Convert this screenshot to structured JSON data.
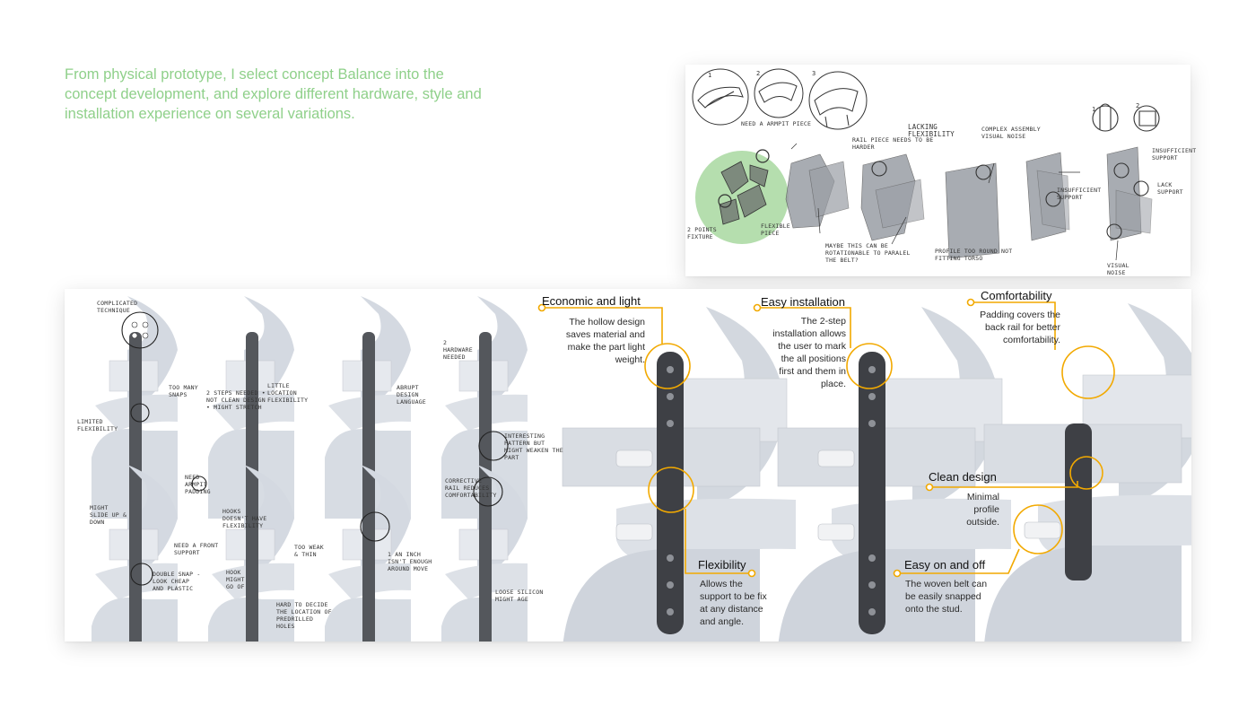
{
  "intro": {
    "text": "From physical prototype, I select concept Balance into the concept development, and explore different hardware, style and installation experience on several variations."
  },
  "sketch_panel": {
    "step_numbers": [
      "1",
      "2",
      "3",
      "1",
      "2"
    ],
    "notes": {
      "need_armpit": "Need a armpit piece",
      "two_points": "2 points fixture",
      "flexible_piece": "Flexible piece",
      "rail_piece": "Rail piece needs to be harder",
      "lacking_flex": "Lacking flexibility",
      "maybe_this": "Maybe this can be rotationable to paralel the belt?",
      "complex": "Complex assembly visual noise",
      "profile_round": "Profile too round not fitting torso",
      "insufficient_support_1": "Insufficient support",
      "insufficient_support_2": "Insufficient support",
      "lack_support": "Lack support",
      "visual_noise": "Visual noise"
    }
  },
  "exploration_notes": {
    "complicated": "Complicated technique",
    "too_many_snaps": "Too many snaps",
    "limited_flex": "Limited flexibility",
    "two_steps": "2 steps needed • not clean design • might stretch",
    "little_location": "Little location flexibility",
    "abrupt": "Abrupt design language",
    "two_hardware": "2 hardware needed",
    "interesting_pattern": "Interesting pattern but might weaken the part",
    "need_padding": "Need armpit padding",
    "might_slide": "Might slide up & down",
    "need_front": "Need a front support",
    "double_snap": "Double snap - look cheap and plastic",
    "hooks": "Hooks doesn't have flexibility",
    "too_weak": "Too weak & thin",
    "hook_might": "Hook might go of",
    "hard_to_decide": "Hard to decide the location of predrilled holes",
    "an_inch": "1 an inch isn't enough around move",
    "corrective_rail": "Corrective rail reduces comfortability",
    "loose_silicon": "Loose silicon might age"
  },
  "callouts": {
    "economic": {
      "title": "Economic and light",
      "body": "The hollow design saves material and make the part light weight."
    },
    "flexibility": {
      "title": "Flexibility",
      "body": "Allows the support to be fix at any distance and angle."
    },
    "installation": {
      "title": "Easy installation",
      "body": "The 2-step installation allows the user to mark the all positions first and them in place."
    },
    "comfortability": {
      "title": "Comfortability",
      "body": "Padding covers the back rail for better comfortability."
    },
    "clean": {
      "title": "Clean design",
      "body": "Minimal profile outside."
    },
    "easy_on_off": {
      "title": "Easy on and off",
      "body": "The woven belt can be easily snapped onto the stud."
    }
  },
  "colors": {
    "accent": "#f2a900",
    "intro_text": "#8fd08a",
    "highlight_circle": "#a8d8a0",
    "shell": "#d9dee6",
    "rail": "#4a4a4a"
  }
}
